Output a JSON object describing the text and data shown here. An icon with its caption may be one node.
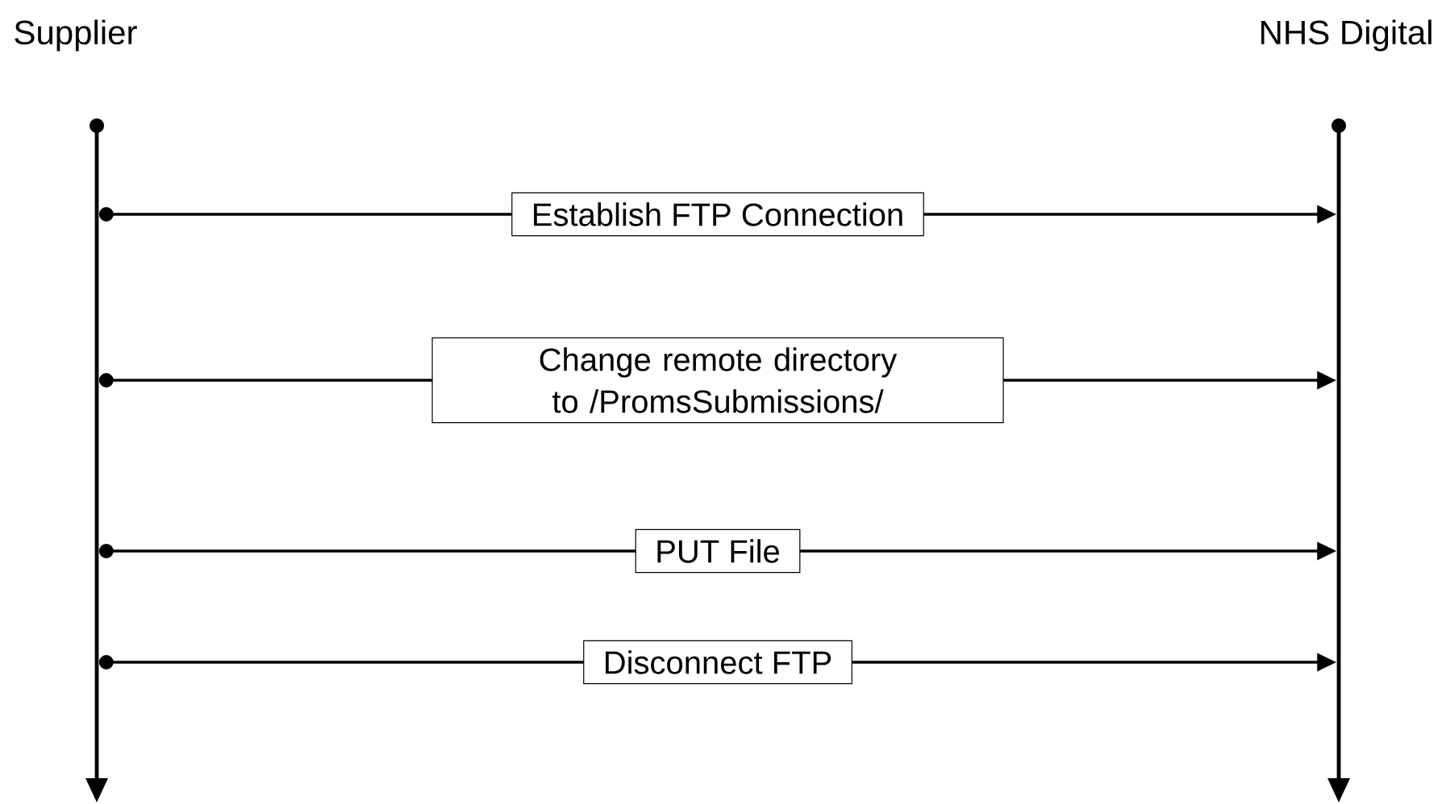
{
  "diagram": {
    "nodes": [
      {
        "text": [
          "Supplier"
        ]
      },
      {
        "text": [
          "NHS Digital"
        ]
      },
      {
        "text": [],
        "shape": "bar"
      },
      {
        "text": [],
        "shape": "bar"
      }
    ],
    "edges": [
      {
        "from": 2,
        "to": 3,
        "arrow": "to",
        "label": "Establish FTP Connection"
      },
      {
        "from": 2,
        "to": 3,
        "arrow": "to",
        "label": "Change remote directory to /PromsSubmissions/"
      },
      {
        "from": 2,
        "to": 3,
        "arrow": "to",
        "label": "PUT File"
      },
      {
        "from": 2,
        "to": 3,
        "arrow": "to",
        "label": "Disconnect FTP"
      }
    ]
  }
}
